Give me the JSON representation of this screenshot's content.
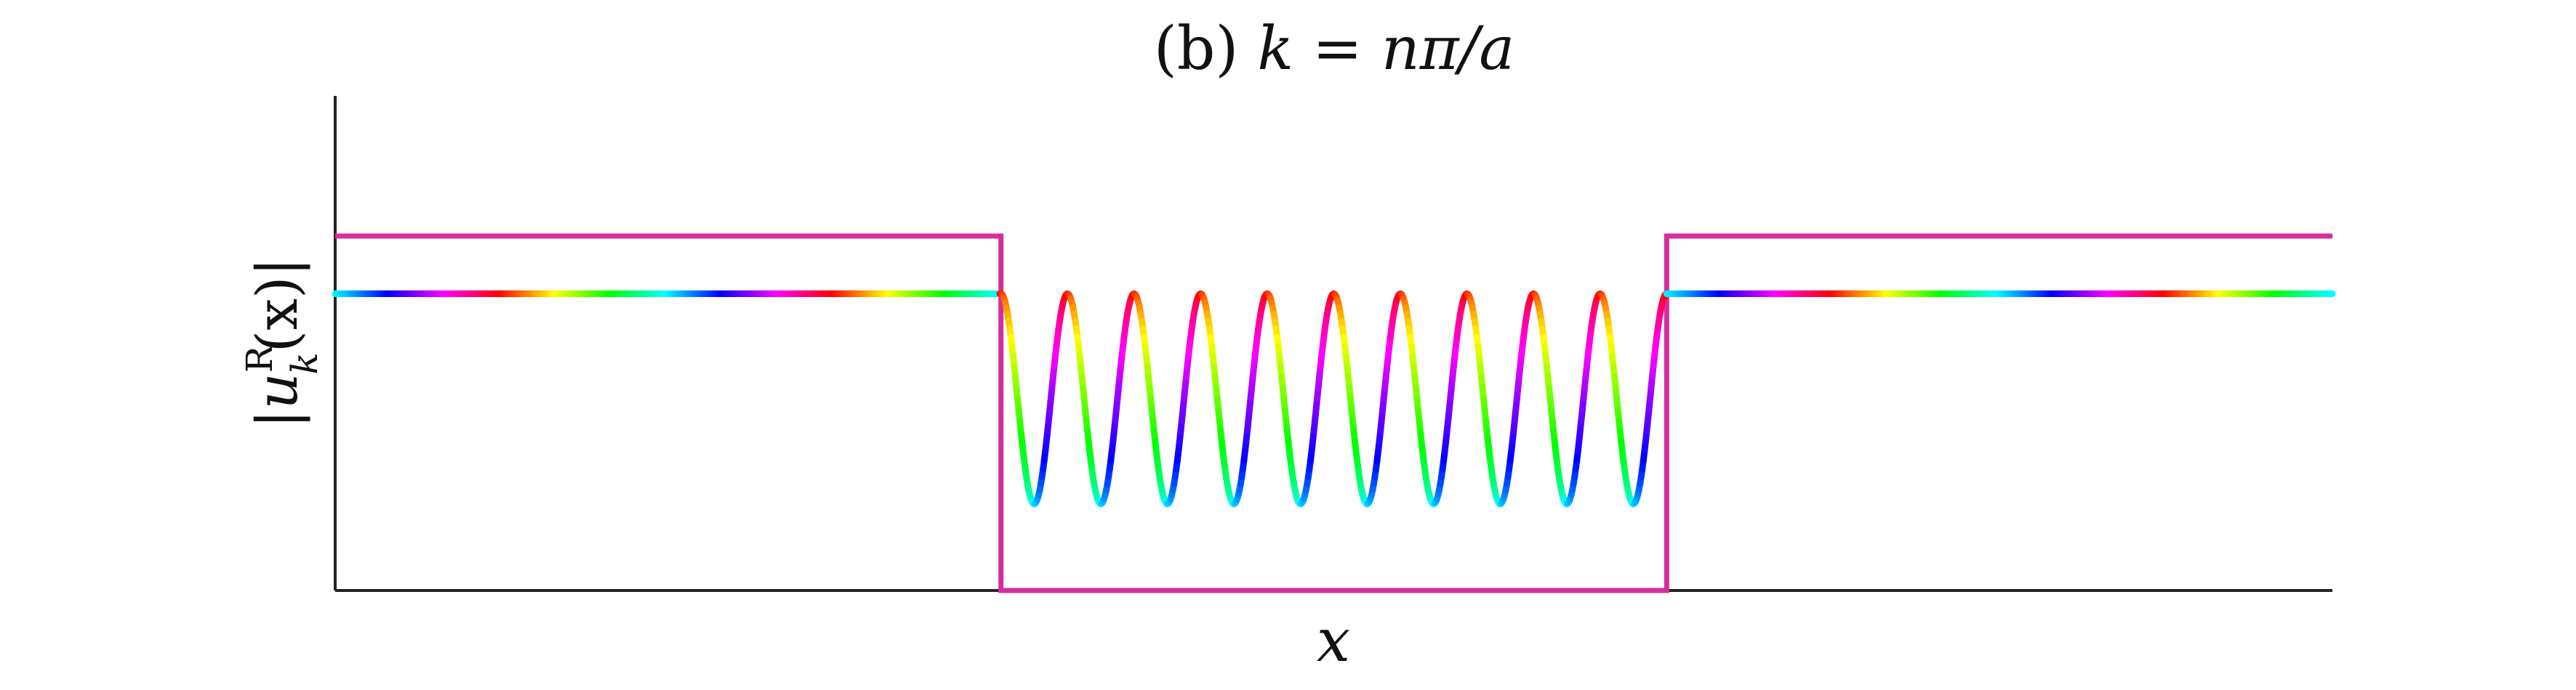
{
  "chart_data": {
    "type": "line",
    "title_prefix": "(b) ",
    "title_math": "k = nπ/a",
    "xlabel": "x",
    "ylabel": {
      "base": "|u",
      "superscript": "R",
      "subscript": "k",
      "tail": "(x)|"
    },
    "xlim": [
      0,
      3
    ],
    "ylim": [
      0,
      1.2
    ],
    "grid": false,
    "legend": "none",
    "potential": {
      "name": "",
      "color": "#d62d9e",
      "x": [
        0,
        1,
        1,
        2,
        2,
        3
      ],
      "y": [
        0.86,
        0.86,
        0,
        0,
        0.86,
        0.86
      ]
    },
    "wavefunction": {
      "color_mode": "phase-hue",
      "outside_level": 0.72,
      "well_max": 0.72,
      "well_min": 0.21,
      "well_peaks": 10,
      "well_interval": [
        1,
        2
      ],
      "outside_hue_cycles": 2
    }
  }
}
